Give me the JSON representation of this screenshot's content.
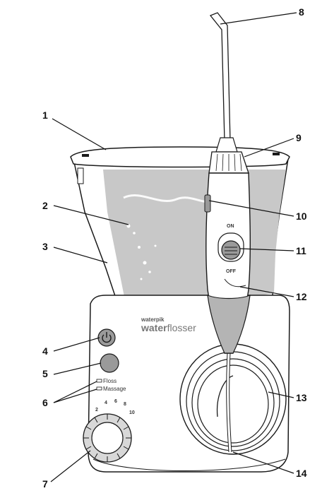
{
  "colors": {
    "outline": "#1a1a1a",
    "water": "#c8c8c8",
    "water_light": "#e2e2e2",
    "body": "#ffffff",
    "button": "#9a9a9a",
    "handle_grip": "#b4b4b4"
  },
  "brand": {
    "line1": "waterpik",
    "line2_bold": "water",
    "line2_light": "flosser"
  },
  "handle": {
    "on_label": "ON",
    "off_label": "OFF"
  },
  "mode_labels": [
    "Floss",
    "Massage"
  ],
  "dial_scale": [
    "2",
    "4",
    "6",
    "8",
    "10"
  ],
  "callouts": [
    "1",
    "2",
    "3",
    "4",
    "5",
    "6",
    "7",
    "8",
    "9",
    "10",
    "11",
    "12",
    "13",
    "14"
  ]
}
